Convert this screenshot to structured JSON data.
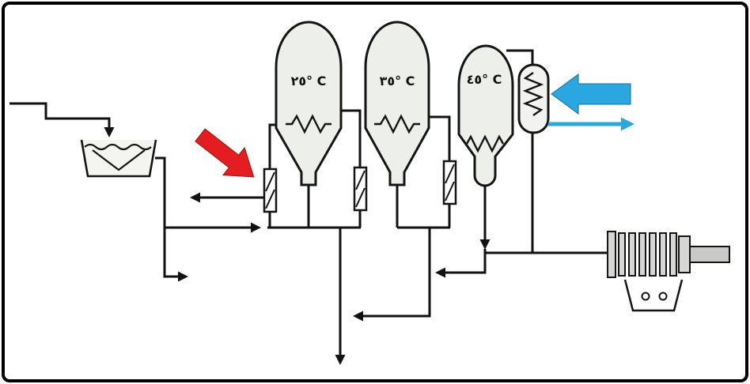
{
  "labels": {
    "vessel1_temp": "٢٥° C",
    "vessel2_temp": "٣٥° C",
    "vessel3_temp": "٤٥° C"
  },
  "colors": {
    "hot_inlet_arrow": "#e41e20",
    "coolant_arrow": "#2aa7e0",
    "pipe": "#121212",
    "vessel_fill": "#edefeb",
    "background": "#ffffff"
  },
  "icons": {
    "hot_inlet_arrow": "red-block-arrow-down-right",
    "coolant_inlet_arrow": "blue-block-arrow-left",
    "coolant_outlet_arrow": "blue-line-arrow-right",
    "heating_coil": "horizontal-zigzag",
    "condenser_coil": "vertical-zigzag",
    "feed_tank": "open-trapezoid-tank-with-wave-and-funnel",
    "flow_indicator": "rectangle-with-diagonal-hatch",
    "centrifuge": "ribbed-drum-with-shaft",
    "collection_tray": "trapezoid-tray-with-two-drops"
  }
}
